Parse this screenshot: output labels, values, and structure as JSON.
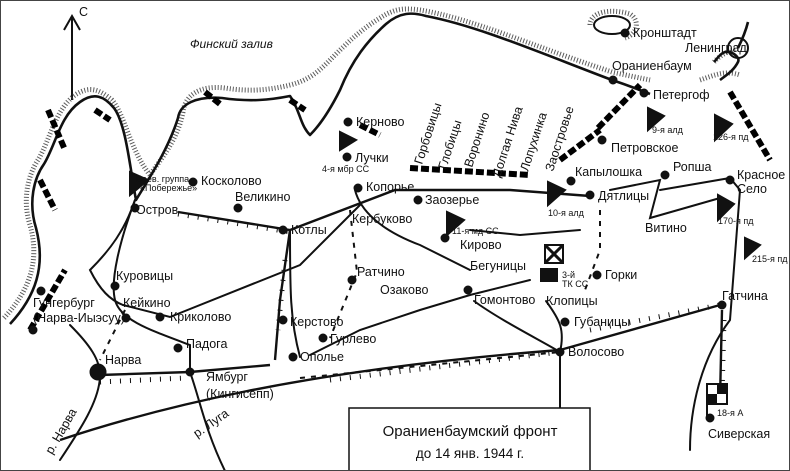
{
  "compass": {
    "label": "С"
  },
  "sea": {
    "label": "Финский залив"
  },
  "legend": {
    "title": "Ораниенбаумский фронт",
    "subtitle": "до 14 янв. 1944 г."
  },
  "places": {
    "kronstadt": "Кронштадт",
    "leningrad": "Ленинград",
    "oranienbaum": "Ораниенбаум",
    "petergof": "Петергоф",
    "petrovskoe": "Петровское",
    "gorbovitsy": "Горбовицы",
    "globitsy": "Глобицы",
    "voronino": "Воронино",
    "dolgaya_niva": "Долгая Нива",
    "lopukhinka": "Лопухинка",
    "zaostrovye": "Заостровье",
    "kapyloshka": "Капылошка",
    "ropsha": "Ропша",
    "krasnoe_selo_1": "Красное",
    "krasnoe_selo_2": "Село",
    "dyatlitsy": "Дятлицы",
    "vitino": "Витино",
    "zaozerye": "Заозерье",
    "kerbukovo": "Кербуково",
    "kirovo": "Кирово",
    "begunitsy": "Бегуницы",
    "gorki": "Горки",
    "gomontovo": "Гомонтово",
    "klopitsy": "Клопицы",
    "gubanitsy": "Губаницы",
    "gatchina": "Гатчина",
    "volosovo": "Волосово",
    "siverskaya": "Сиверская",
    "kernovo": "Керново",
    "luchki": "Лучки",
    "koporye": "Копорье",
    "koskolovo": "Косколово",
    "velikino": "Великино",
    "ostrov": "Остров",
    "kotly": "Котлы",
    "ratchino": "Ратчино",
    "ozakovo": "Озаково",
    "kurovitsy": "Куровицы",
    "keykino": "Кейкино",
    "krikolovo": "Криколово",
    "gungerburg": "Гунгербург",
    "narva_joesuu": "(Нарва-Иыэсуу)",
    "padoga": "Падога",
    "narva": "Нарва",
    "yamburg": "Ямбург",
    "kingisepp": "(Кингисепп)",
    "kerstovo": "Керстово",
    "gurlevo": "Гурлево",
    "opolye": "Ополье"
  },
  "rivers": {
    "narva": "р. Нарва",
    "luga": "р. Луга"
  },
  "units": {
    "boev_gruppa_1": "Боев. группа",
    "boev_gruppa_2": "«Побережье»",
    "mbr4": "4-я мбр СС",
    "md11": "11-я мд СС",
    "alд10": "10-я алд",
    "ald9": "9-я алд",
    "pd126": "126-я пд",
    "pd170": "170-я пд",
    "pd215": "215-я пд",
    "tk3_1": "3-й",
    "tk3_2": "ТК СС",
    "a18": "18-я А"
  },
  "icons": [
    "north-arrow",
    "unit-flag",
    "corps-flag",
    "army-flag",
    "town-dot",
    "front-line",
    "railway",
    "road"
  ]
}
